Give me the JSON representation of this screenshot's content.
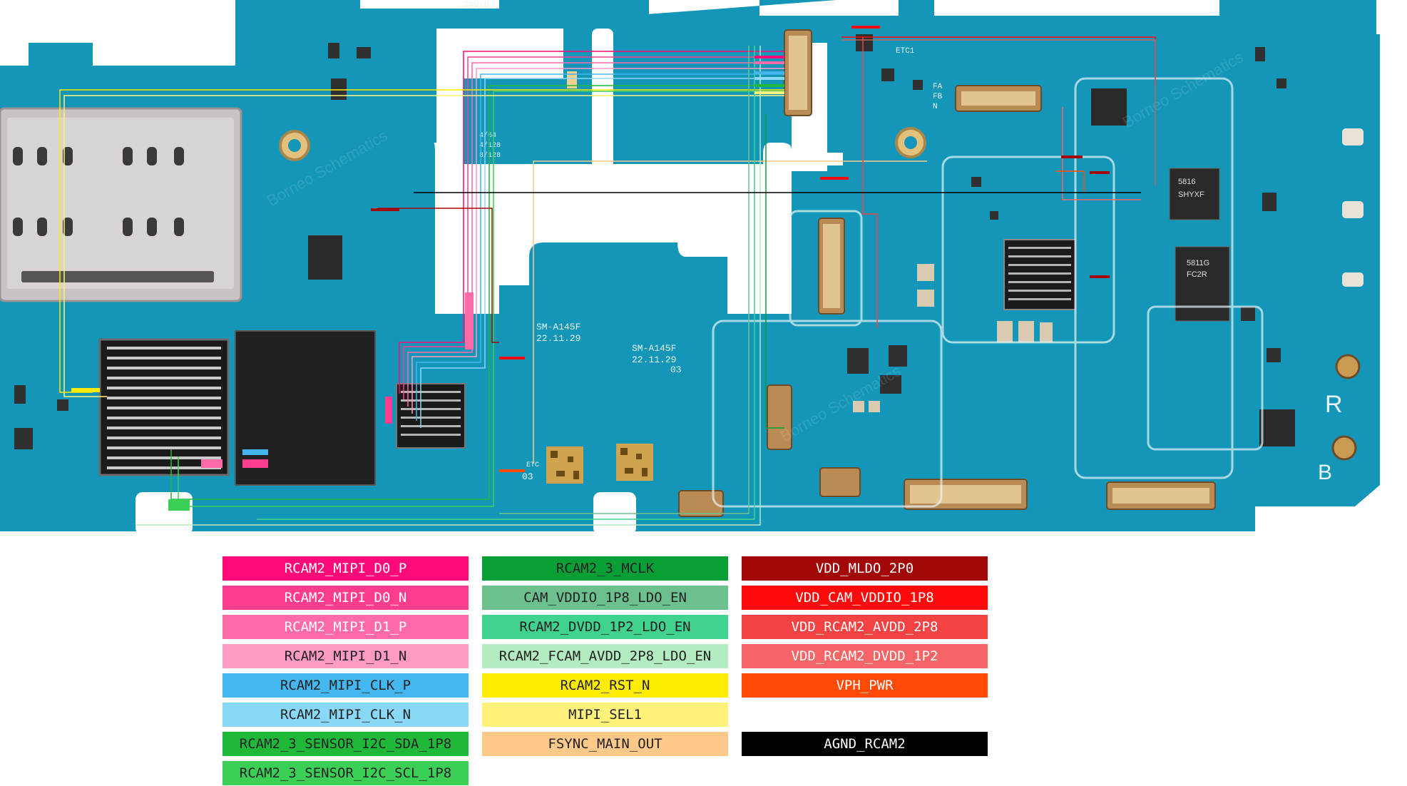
{
  "board": {
    "marking_left": "SM-A145F",
    "date_left": "22.11.29",
    "marking_right": "SM-A145F",
    "date_right": "22.11.29",
    "rev_right": "03",
    "rev_left": "03",
    "mem_labels": [
      "4/64",
      "4/128",
      "8/128"
    ],
    "etc_label": "ETC",
    "etc1_label": "ETC1",
    "fa_label": "FA",
    "fb_label": "FB",
    "n_label": "N",
    "chip_label_1": "5816",
    "chip_label_2": "SHYXF",
    "chip_label_3": "5811G",
    "chip_label_4": "FC2R",
    "r_mark": "R",
    "b_mark": "B",
    "top_marking": "94V-0",
    "watermark": "Borneo Schematics",
    "colors": {
      "pcb": "#1496b8",
      "pcb_dark": "#0d7a99",
      "pcb_light": "#34b3d1",
      "silk": "#e8f4f8"
    }
  },
  "legend": {
    "columns": [
      [
        {
          "label": "RCAM2_MIPI_D0_P",
          "color": "#ff0a78",
          "text": "#ffffff"
        },
        {
          "label": "RCAM2_MIPI_D0_N",
          "color": "#ff3d8f",
          "text": "#ffffff"
        },
        {
          "label": "RCAM2_MIPI_D1_P",
          "color": "#ff6aa9",
          "text": "#ffffff"
        },
        {
          "label": "RCAM2_MIPI_D1_N",
          "color": "#ff9ac3",
          "text": "#222222"
        },
        {
          "label": "RCAM2_MIPI_CLK_P",
          "color": "#44b6f0",
          "text": "#222222"
        },
        {
          "label": "RCAM2_MIPI_CLK_N",
          "color": "#88d8f6",
          "text": "#222222"
        },
        {
          "label": "RCAM2_3_SENSOR_I2C_SDA_1P8",
          "color": "#1fb838",
          "text": "#222222"
        },
        {
          "label": "RCAM2_3_SENSOR_I2C_SCL_1P8",
          "color": "#3ccf55",
          "text": "#222222"
        }
      ],
      [
        {
          "label": "RCAM2_3_MCLK",
          "color": "#0a9e36",
          "text": "#222222"
        },
        {
          "label": "CAM_VDDIO_1P8_LDO_EN",
          "color": "#6cc08e",
          "text": "#222222"
        },
        {
          "label": "RCAM2_DVDD_1P2_LDO_EN",
          "color": "#3fd38f",
          "text": "#222222"
        },
        {
          "label": "RCAM2_FCAM_AVDD_2P8_LDO_EN",
          "color": "#b3ecc0",
          "text": "#222222"
        },
        {
          "label": "RCAM2_RST_N",
          "color": "#ffec00",
          "text": "#222222"
        },
        {
          "label": "MIPI_SEL1",
          "color": "#fff27a",
          "text": "#222222"
        },
        {
          "label": "FSYNC_MAIN_OUT",
          "color": "#fcc98a",
          "text": "#222222"
        }
      ],
      [
        {
          "label": "VDD_MLDO_2P0",
          "color": "#a30808",
          "text": "#ffffff"
        },
        {
          "label": "VDD_CAM_VDDIO_1P8",
          "color": "#ff0a0a",
          "text": "#ffffff"
        },
        {
          "label": "VDD_RCAM2_AVDD_2P8",
          "color": "#f24242",
          "text": "#ffffff"
        },
        {
          "label": "VDD_RCAM2_DVDD_1P2",
          "color": "#f56565",
          "text": "#ffffff"
        },
        {
          "label": "VPH_PWR",
          "color": "#ff4a05",
          "text": "#ffffff"
        },
        {
          "label": "AGND_RCAM2",
          "color": "#000000",
          "text": "#ffffff",
          "gap_before": true
        }
      ]
    ]
  }
}
